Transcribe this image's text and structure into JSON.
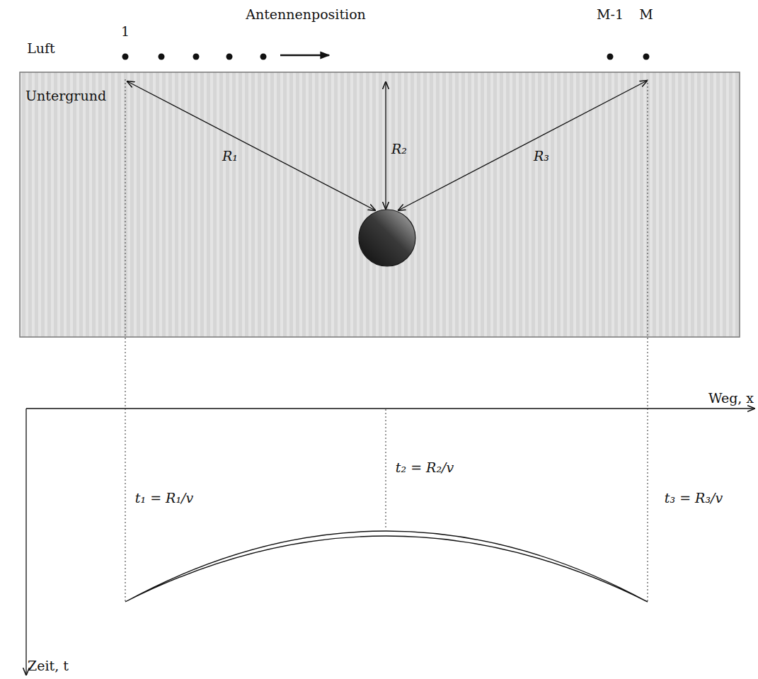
{
  "diagram": {
    "nodes": [
      {
        "text": [
          "Untergrund"
        ]
      }
    ],
    "labels": [
      "Antennenposition",
      "1",
      "M-1",
      "M",
      "Luft",
      "R₁",
      "R₂",
      "R₃",
      "Weg, x",
      "t₂ = R₂/v",
      "t₁ = R₁/v",
      "t₃ = R₃/v",
      "Zeit, t"
    ]
  }
}
